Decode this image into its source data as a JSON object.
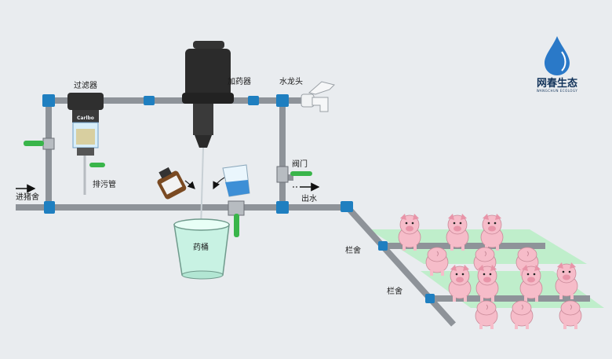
{
  "labels": {
    "filter": "过滤器",
    "doser": "加药器",
    "faucet": "水龙头",
    "valve": "阀门",
    "inlet": "进猪舍",
    "drain": "排污管",
    "outlet": "出水",
    "bucket": "药桶",
    "pen1": "栏舍",
    "pen2": "栏舍"
  },
  "filter_brand": "Carlbo",
  "brand": {
    "name": "网春生态",
    "sub": "WANGCHUN ECOLOGY"
  },
  "colors": {
    "pipe": "#8e9399",
    "fitting": "#1f7fc0",
    "handle": "#39b54a",
    "grass": "#bfeecb",
    "pig": "#f6bcc9",
    "pig_dark": "#e894a8",
    "water": "#c8f2e3",
    "doser": "#2b2b2b"
  }
}
